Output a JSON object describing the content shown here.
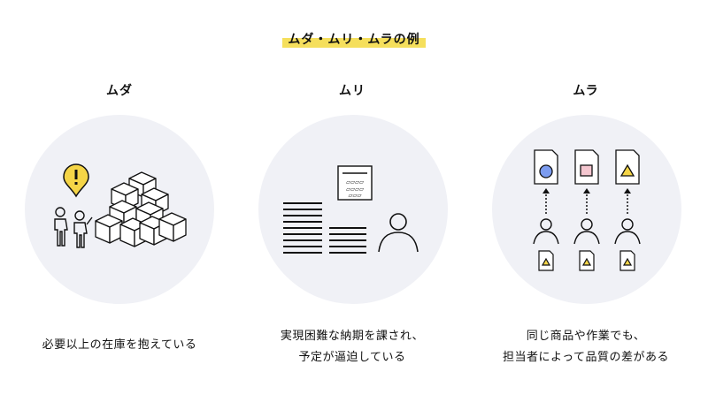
{
  "title": "ムダ・ムリ・ムラの例",
  "columns": [
    {
      "heading": "ムダ",
      "description": [
        "必要以上の在庫を抱えている"
      ],
      "icon": "people-with-warning-and-stacked-boxes"
    },
    {
      "heading": "ムリ",
      "description": [
        "実現困難な納期を課され、",
        "予定が逼迫している"
      ],
      "icon": "person-with-document-stacks-and-calendar"
    },
    {
      "heading": "ムラ",
      "description": [
        "同じ商品や作業でも、",
        "担当者によって品質の差がある"
      ],
      "icon": "workers-producing-varied-documents"
    }
  ],
  "colors": {
    "highlight": "#f5df5c",
    "circle_bg": "#f0f1f6",
    "warning": "#f5d547",
    "blue_shape": "#7c9cf0",
    "pink_shape": "#f4c6cf",
    "yellow_shape": "#f5d547"
  }
}
